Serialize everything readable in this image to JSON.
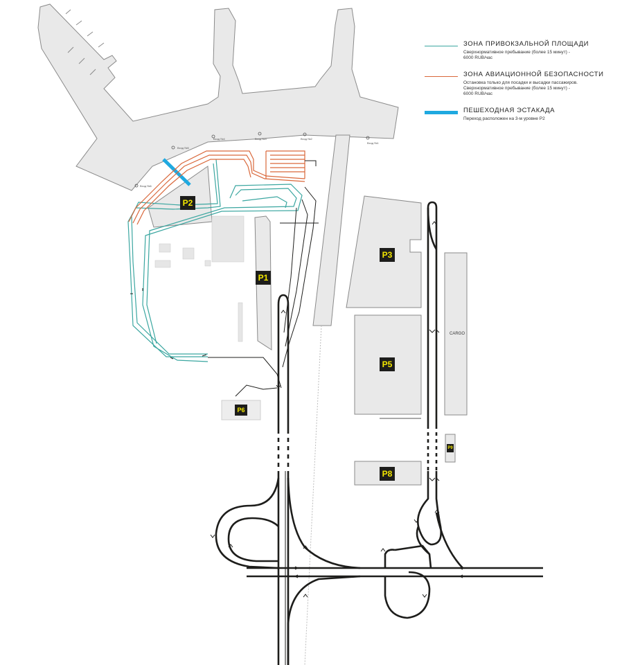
{
  "colors": {
    "forecourt": "#3aa6a0",
    "security": "#d9673a",
    "bridge": "#1fa9e0",
    "road": "#1d1d1b",
    "building": "#e9e9e9",
    "building_stroke": "#8a8a8a",
    "label_bg": "#1d1d1b",
    "label_text": "#f2e600"
  },
  "legend": [
    {
      "title": "ЗОНА ПРИВОКЗАЛЬНОЙ ПЛОЩАДИ",
      "desc": "Сверхнормативное пребывание (более 15 минут) -\n6000 RUB/час",
      "color_key": "forecourt",
      "style": "thin"
    },
    {
      "title": "ЗОНА АВИАЦИОННОЙ БЕЗОПАСНОСТИ",
      "desc": "Остановка только для посадки и высадки пассажиров.\nСверхнормативное пребывание (более 15 минут) -\n6000 RUB/час",
      "color_key": "security",
      "style": "thin"
    },
    {
      "title": "ПЕШЕХОДНАЯ ЭСТАКАДА",
      "desc": "Переход расположен на 3-м уровне P2",
      "color_key": "bridge",
      "style": "thick"
    }
  ],
  "parking": {
    "p1": "P1",
    "p2": "P2",
    "p3": "P3",
    "p5": "P5",
    "p6": "P6",
    "p8": "P8",
    "p9": "P9"
  },
  "gates": {
    "g1": "Вход №1",
    "g2": "Вход №2",
    "g3": "Вход №3",
    "g4": "Вход №4",
    "g5": "Вход №5",
    "g6": "Вход №6"
  },
  "cargo_label": "CARGO"
}
